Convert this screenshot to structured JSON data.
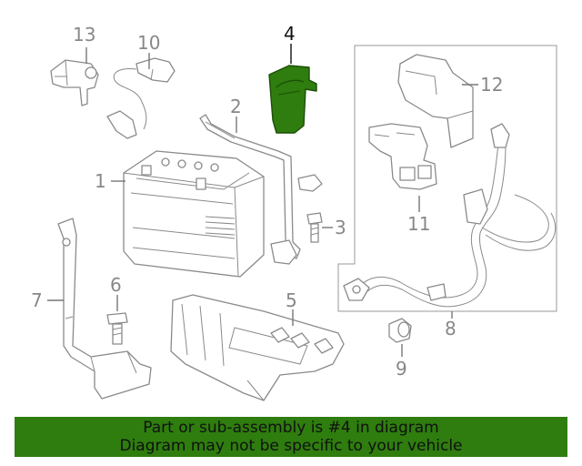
{
  "diagram": {
    "highlighted_part": "4",
    "highlight_color": "#2e7d0e",
    "callouts": {
      "c1": "1",
      "c2": "2",
      "c3": "3",
      "c4": "4",
      "c5": "5",
      "c6": "6",
      "c7": "7",
      "c8": "8",
      "c9": "9",
      "c10": "10",
      "c11": "11",
      "c12": "12",
      "c13": "13"
    }
  },
  "banner": {
    "line1": "Part or sub-assembly is #4 in diagram",
    "line2": "Diagram may not be specific to your vehicle",
    "background": "#2e7d0e"
  }
}
